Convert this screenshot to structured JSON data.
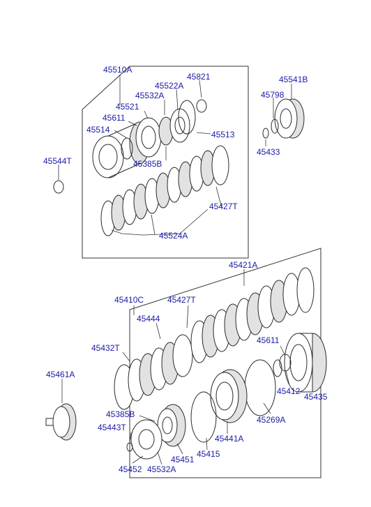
{
  "labels": {
    "l45510A": "45510A",
    "l45821": "45821",
    "l45522A": "45522A",
    "l45532A_top": "45532A",
    "l45521": "45521",
    "l45611_top": "45611",
    "l45514": "45514",
    "l45513": "45513",
    "l45385B_top": "45385B",
    "l45427T_top": "45427T",
    "l45524A": "45524A",
    "l45544T": "45544T",
    "l45541B": "45541B",
    "l45798": "45798",
    "l45433": "45433",
    "l45421A": "45421A",
    "l45410C": "45410C",
    "l45427T_bot": "45427T",
    "l45444": "45444",
    "l45432T": "45432T",
    "l45611_bot": "45611",
    "l45412": "45412",
    "l45435": "45435",
    "l45461A": "45461A",
    "l45385B_bot": "45385B",
    "l45443T": "45443T",
    "l45269A": "45269A",
    "l45441A": "45441A",
    "l45451": "45451",
    "l45415": "45415",
    "l45452": "45452",
    "l45532A_bot": "45532A"
  },
  "colors": {
    "label": "#1a1aa8",
    "line": "#333333"
  }
}
